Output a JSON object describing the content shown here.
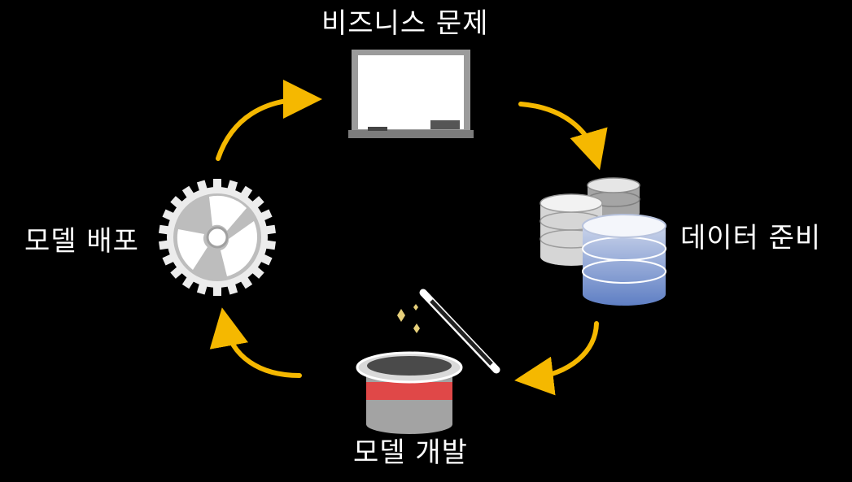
{
  "diagram": {
    "type": "cycle",
    "accent_color": "#f5b800",
    "stages": [
      {
        "label": "비즈니스 문제",
        "icon": "whiteboard-icon"
      },
      {
        "label": "데이터 준비",
        "icon": "database-icon"
      },
      {
        "label": "모델 개발",
        "icon": "magic-hat-icon"
      },
      {
        "label": "모델 배포",
        "icon": "gear-icon"
      }
    ],
    "flow": "clockwise"
  }
}
